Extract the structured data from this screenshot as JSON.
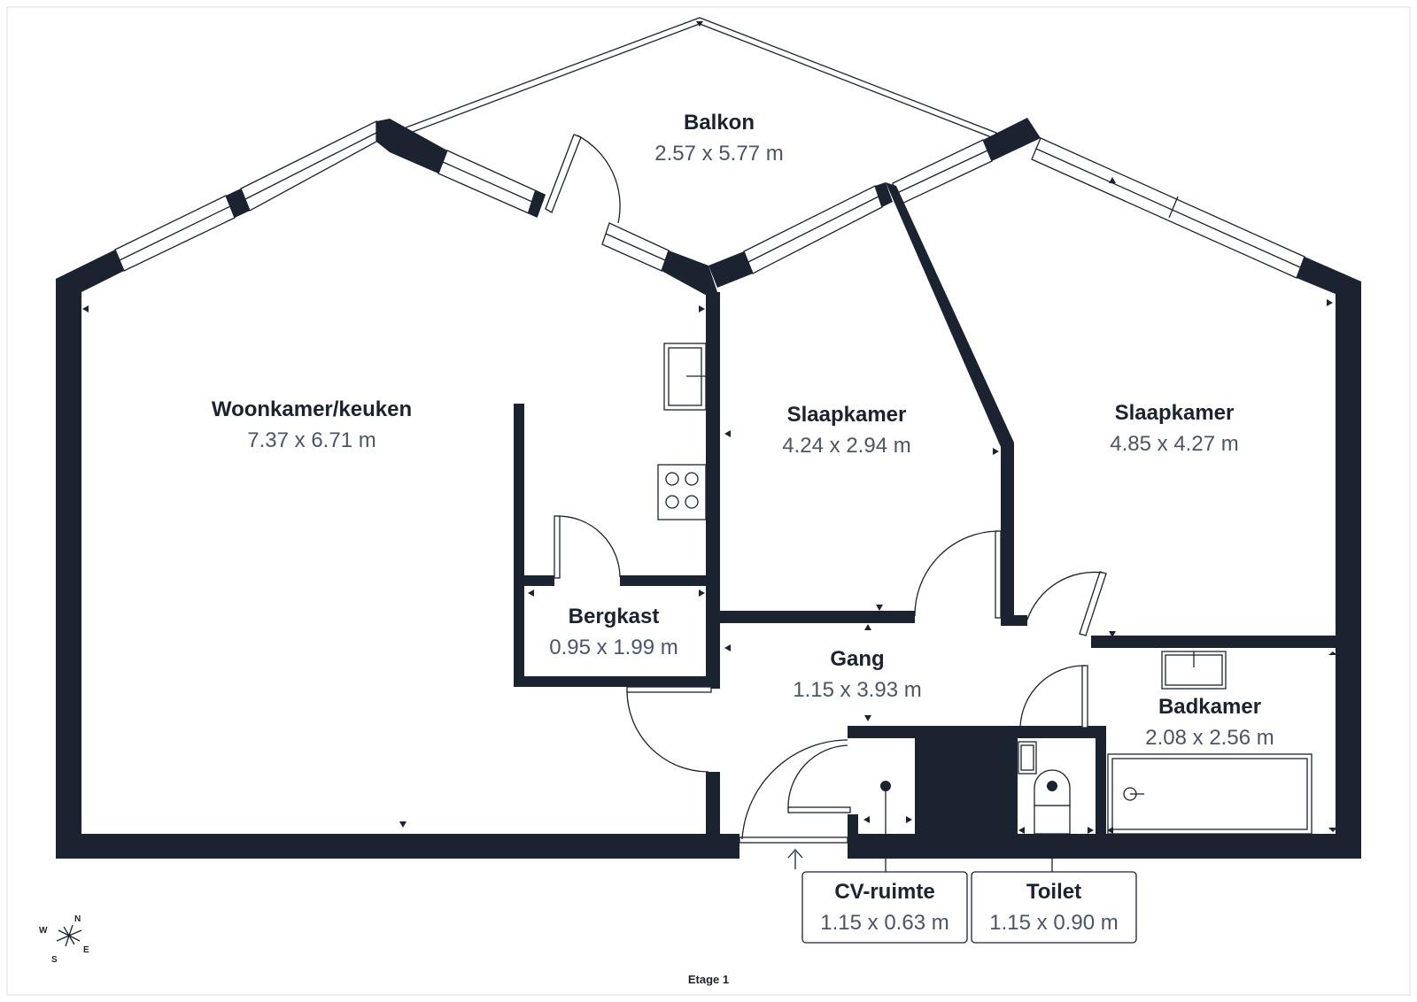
{
  "rooms": [
    {
      "id": "woonkamer",
      "name": "Woonkamer/keuken",
      "dims": "7.37 x 6.71 m"
    },
    {
      "id": "balkon",
      "name": "Balkon",
      "dims": "2.57 x 5.77 m"
    },
    {
      "id": "slaapkamer-1",
      "name": "Slaapkamer",
      "dims": "4.24 x 2.94 m"
    },
    {
      "id": "slaapkamer-2",
      "name": "Slaapkamer",
      "dims": "4.85 x 4.27 m"
    },
    {
      "id": "bergkast",
      "name": "Bergkast",
      "dims": "0.95 x 1.99 m"
    },
    {
      "id": "gang",
      "name": "Gang",
      "dims": "1.15 x 3.93 m"
    },
    {
      "id": "badkamer",
      "name": "Badkamer",
      "dims": "2.08 x 2.56 m"
    },
    {
      "id": "cv-ruimte",
      "name": "CV-ruimte",
      "dims": "1.15 x 0.63 m"
    },
    {
      "id": "toilet",
      "name": "Toilet",
      "dims": "1.15 x 0.90 m"
    }
  ],
  "compass": {
    "n": "N",
    "e": "E",
    "s": "S",
    "w": "W"
  },
  "floor_label": "Etage 1",
  "colors": {
    "wall": "#1b2330",
    "text_primary": "#1b2330",
    "text_secondary": "#4a5566",
    "background": "#ffffff"
  }
}
